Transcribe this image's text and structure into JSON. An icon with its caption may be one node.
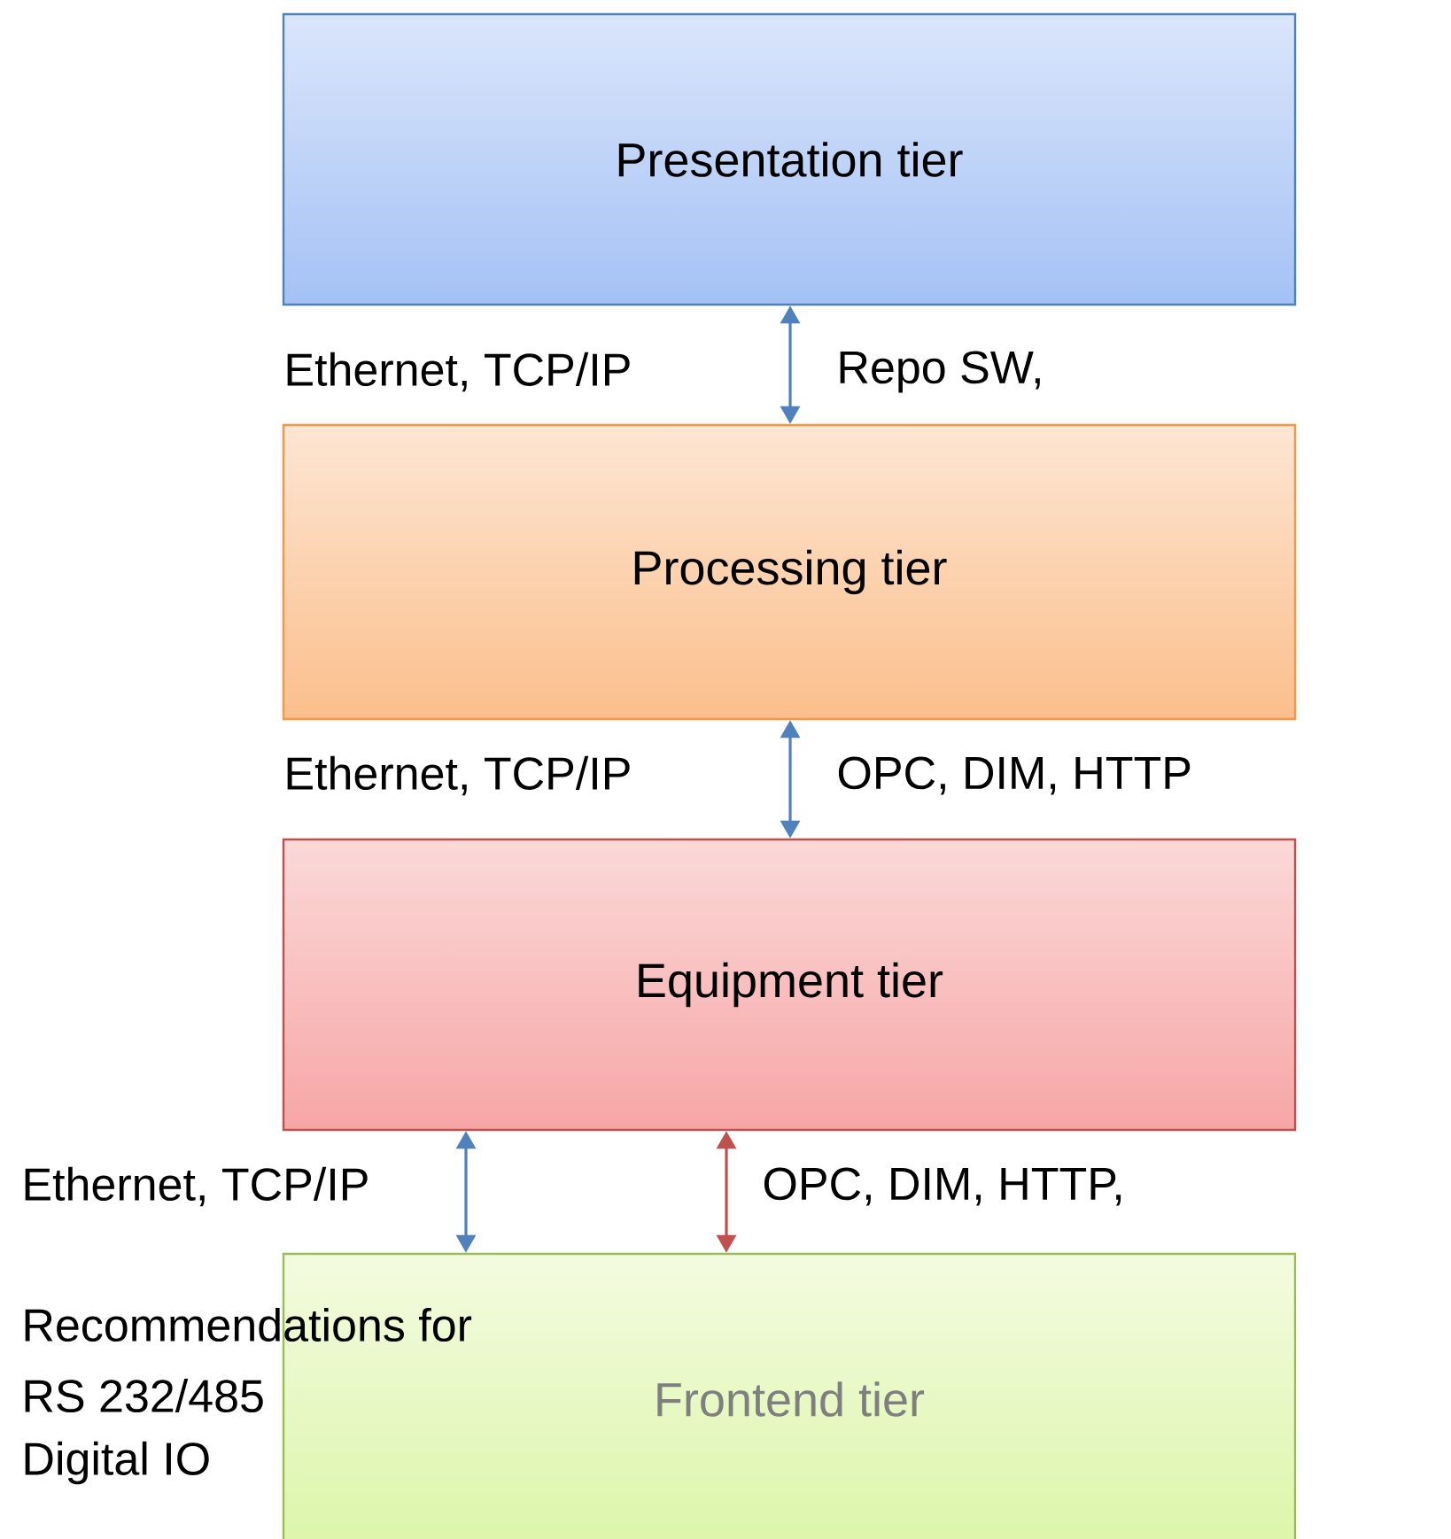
{
  "diagram": {
    "nodes": [
      {
        "text": [
          "Presentation tier"
        ]
      },
      {
        "text": [
          "Processing tier"
        ]
      },
      {
        "text": [
          "Equipment tier"
        ]
      },
      {
        "text": [
          "Frontend tier"
        ]
      }
    ],
    "edges": [
      {
        "from": 0,
        "to": 1,
        "arrow": "both"
      },
      {
        "from": 1,
        "to": 2,
        "arrow": "both"
      },
      {
        "from": 2,
        "to": 3,
        "arrow": "both"
      },
      {
        "from": 2,
        "to": 3,
        "arrow": "both",
        "color": "#c0504d"
      }
    ],
    "labels": [
      "Ethernet, TCP/IP",
      "Repo SW,",
      "Ethernet, TCP/IP",
      "OPC, DIM, HTTP",
      "Ethernet, TCP/IP",
      "OPC, DIM, HTTP,",
      "Recommendations for",
      "RS 232/485",
      "Digital IO"
    ]
  }
}
